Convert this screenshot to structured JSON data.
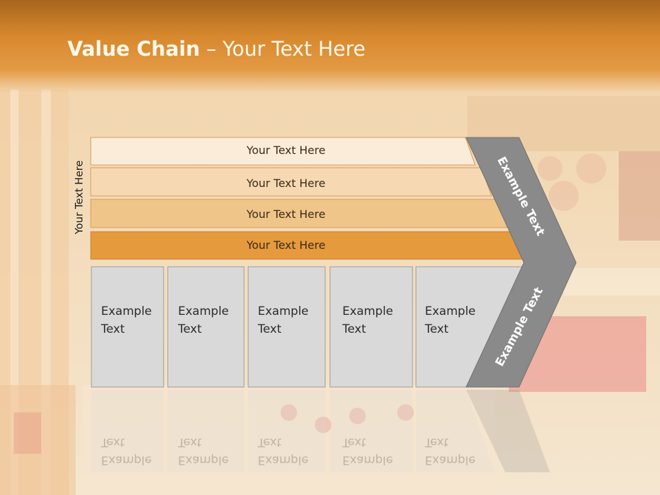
{
  "title": {
    "bold": "Value Chain",
    "rest": " – Your Text Here"
  },
  "side_label": "Your Text Here",
  "bars": [
    {
      "label": "Your Text Here",
      "color": "#faecd9"
    },
    {
      "label": "Your Text Here",
      "color": "#f6d9b2"
    },
    {
      "label": "Your Text Here",
      "color": "#f0c589"
    },
    {
      "label": "Your Text Here",
      "color": "#e59a3e"
    }
  ],
  "boxes": [
    {
      "line1": "Example",
      "line2": "Text"
    },
    {
      "line1": "Example",
      "line2": "Text"
    },
    {
      "line1": "Example",
      "line2": "Text"
    },
    {
      "line1": "Example",
      "line2": "Text"
    },
    {
      "line1": "Example",
      "line2": "Text"
    }
  ],
  "chevron_top_label": "Example Text",
  "chevron_bottom_label": "Example Text",
  "colors": {
    "box_fill": "#d9d9d9",
    "chevron_fill": "#8a8a8a",
    "title_text": "#fff8ea"
  }
}
